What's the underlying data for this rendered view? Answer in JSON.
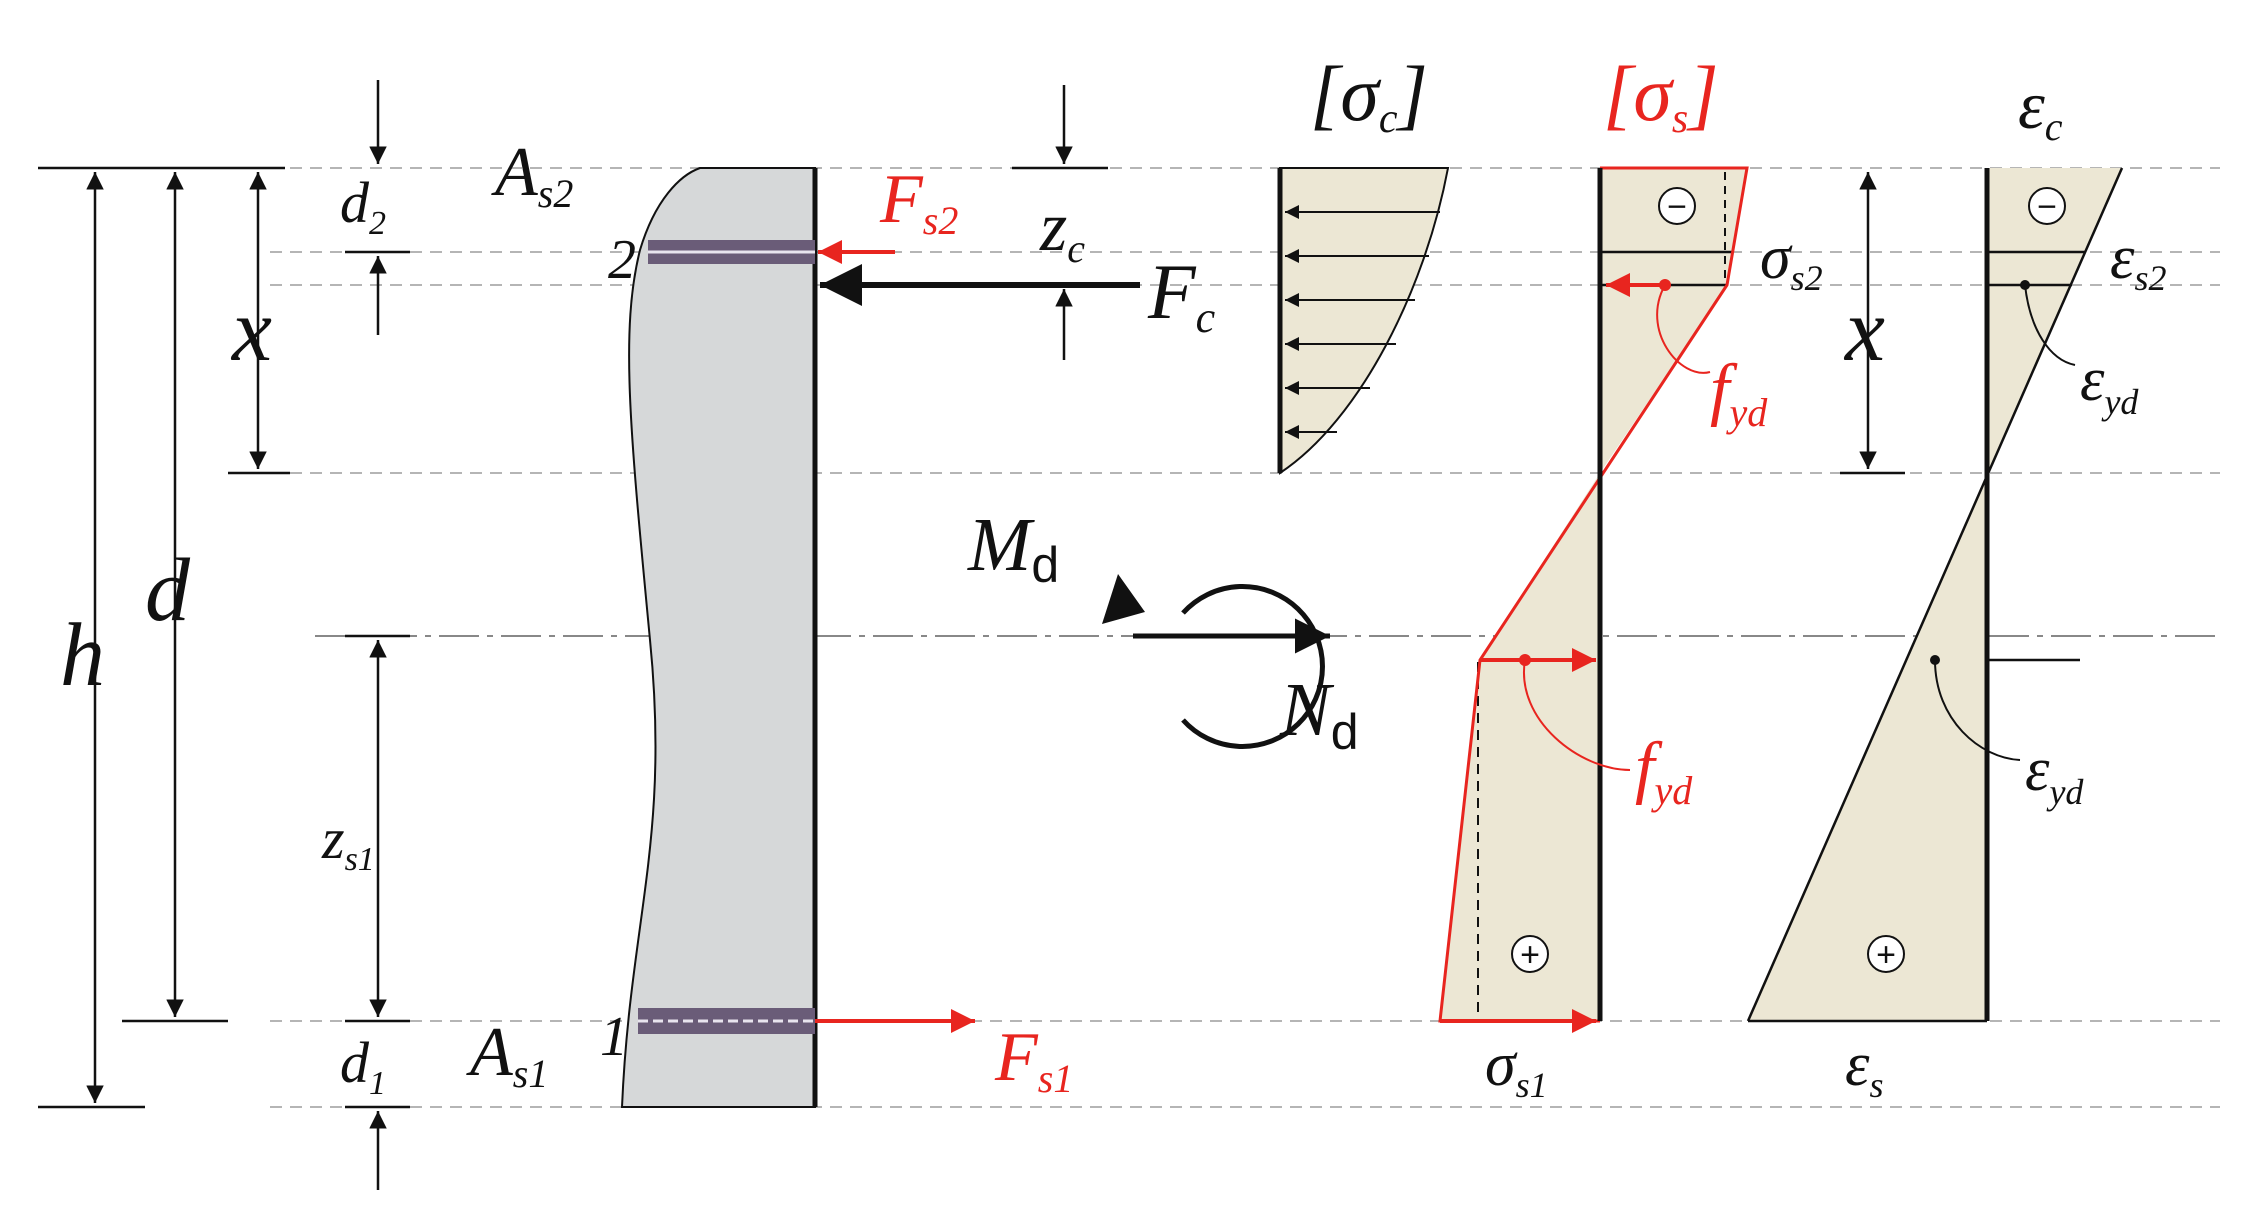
{
  "colors": {
    "ink": "#111111",
    "red": "#e8251f",
    "concrete": "#d6d8d9",
    "diagram_fill": "#ece7d4",
    "dashed_guide": "#b5b5b5",
    "rebar": "#6a5c78"
  },
  "headers": {
    "concrete_stress": {
      "open": "[",
      "sym": "σ",
      "sub": "c",
      "close": "]"
    },
    "steel_stress": {
      "open": "[",
      "sym": "σ",
      "sub": "s",
      "close": "]"
    },
    "concrete_strain": {
      "sym": "ε",
      "sub": "c"
    }
  },
  "dimensions": {
    "h": {
      "sym": "h"
    },
    "d": {
      "sym": "d"
    },
    "x_left": {
      "sym": "x"
    },
    "x_right": {
      "sym": "x"
    },
    "d2": {
      "sym": "d",
      "sub": "2"
    },
    "d1": {
      "sym": "d",
      "sub": "1"
    },
    "zs1": {
      "sym": "z",
      "sub": "s1"
    },
    "zc": {
      "sym": "z",
      "sub": "c"
    }
  },
  "section": {
    "As2": {
      "sym": "A",
      "sub": "s2",
      "num": "2"
    },
    "As1": {
      "sym": "A",
      "sub": "s1",
      "num": "1"
    }
  },
  "forces": {
    "Fs2": {
      "sym": "F",
      "sub": "s2"
    },
    "Fc": {
      "sym": "F",
      "sub": "c"
    },
    "Fs1": {
      "sym": "F",
      "sub": "s1"
    },
    "Md": {
      "sym": "M",
      "sub": "d"
    },
    "Nd": {
      "sym": "N",
      "sub": "d"
    }
  },
  "stress_labels": {
    "sigma_s2": {
      "sym": "σ",
      "sub": "s2"
    },
    "sigma_s1": {
      "sym": "σ",
      "sub": "s1"
    },
    "fyd_top": {
      "sym": "f",
      "sub": "yd"
    },
    "fyd_bottom": {
      "sym": "f",
      "sub": "yd"
    }
  },
  "strain_labels": {
    "eps_s2": {
      "sym": "ε",
      "sub": "s2"
    },
    "eps_yd_top": {
      "sym": "ε",
      "sub": "yd"
    },
    "eps_yd_bottom": {
      "sym": "ε",
      "sub": "yd"
    },
    "eps_s": {
      "sym": "ε",
      "sub": "s"
    }
  },
  "signs": {
    "minus": "−",
    "plus": "+"
  }
}
